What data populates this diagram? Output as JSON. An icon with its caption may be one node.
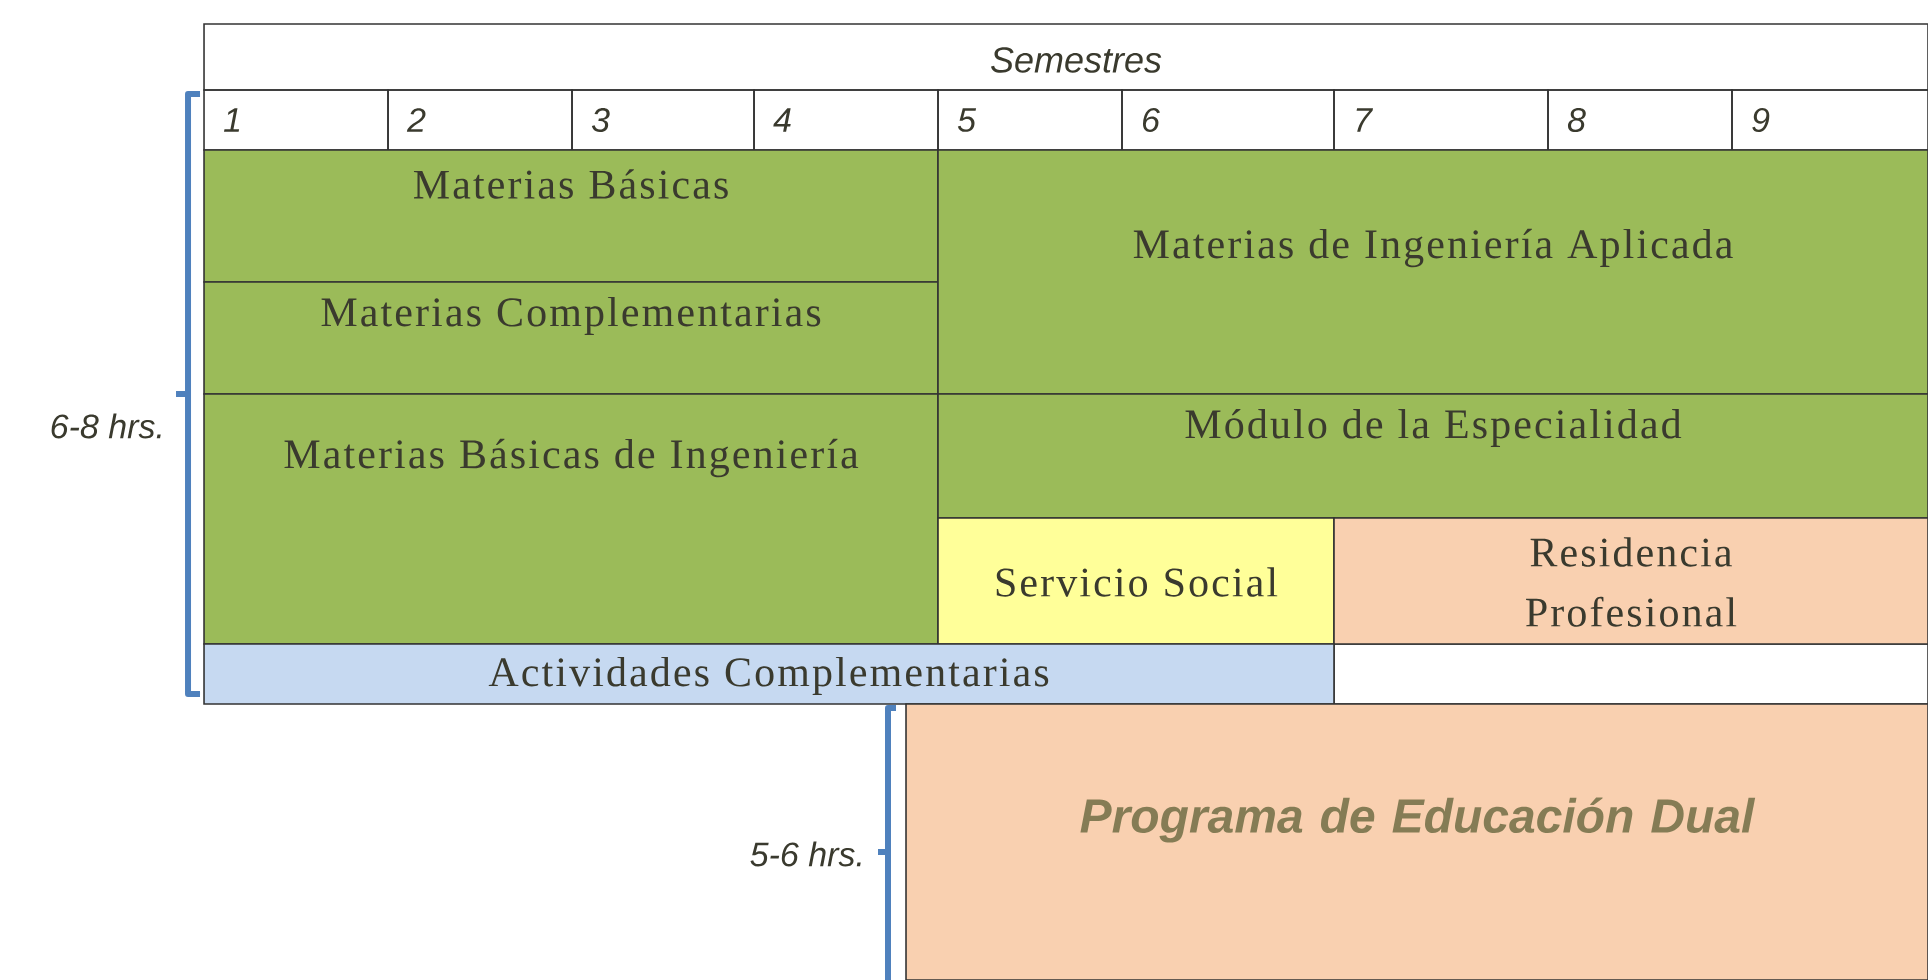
{
  "diagram": {
    "nodes": [
      {
        "text": [
          "Materias Básicas"
        ]
      },
      {
        "text": [
          "Materias Complementarias"
        ]
      },
      {
        "text": [
          "Materias Básicas de Ingeniería"
        ]
      },
      {
        "text": [
          "Materias de Ingeniería Aplicada"
        ]
      },
      {
        "text": [
          "Módulo de la Especialidad"
        ]
      },
      {
        "text": [
          "Servicio Social"
        ]
      },
      {
        "text": [
          "Residencia Profesional"
        ]
      },
      {
        "text": [
          "Actividades Complementarias"
        ]
      },
      {
        "text": [
          "Programa de Educación Dual"
        ]
      }
    ],
    "labels": [
      "Semestres",
      "1",
      "2",
      "3",
      "4",
      "5",
      "6",
      "7",
      "8",
      "9",
      "6-8 hrs.",
      "5-6 hrs."
    ]
  }
}
